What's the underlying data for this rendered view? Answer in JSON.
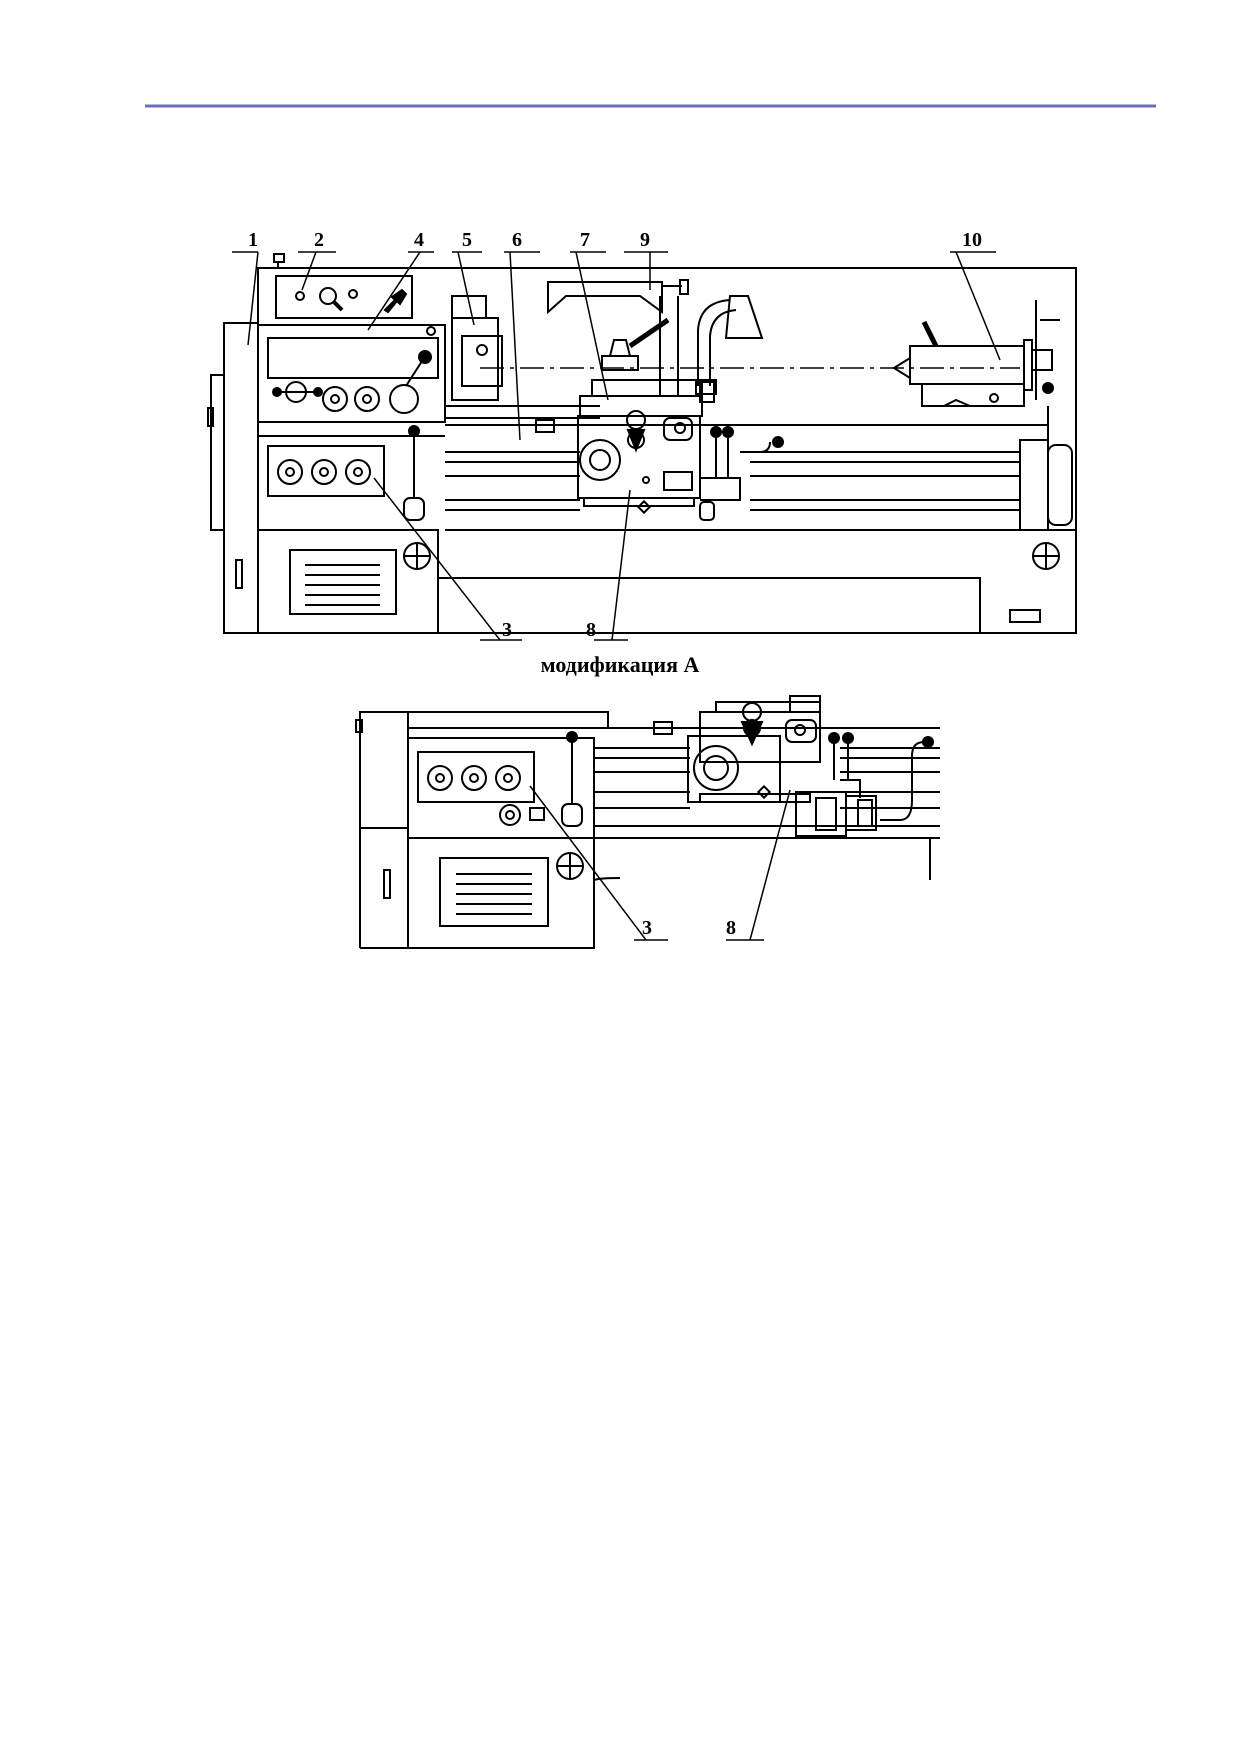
{
  "header_rule_color": "#6b6fb8",
  "figure_main": {
    "callouts": [
      "1",
      "2",
      "4",
      "5",
      "6",
      "7",
      "9",
      "10",
      "3",
      "8"
    ]
  },
  "caption": "модификация А",
  "figure_modification": {
    "callouts": [
      "3",
      "8"
    ]
  }
}
